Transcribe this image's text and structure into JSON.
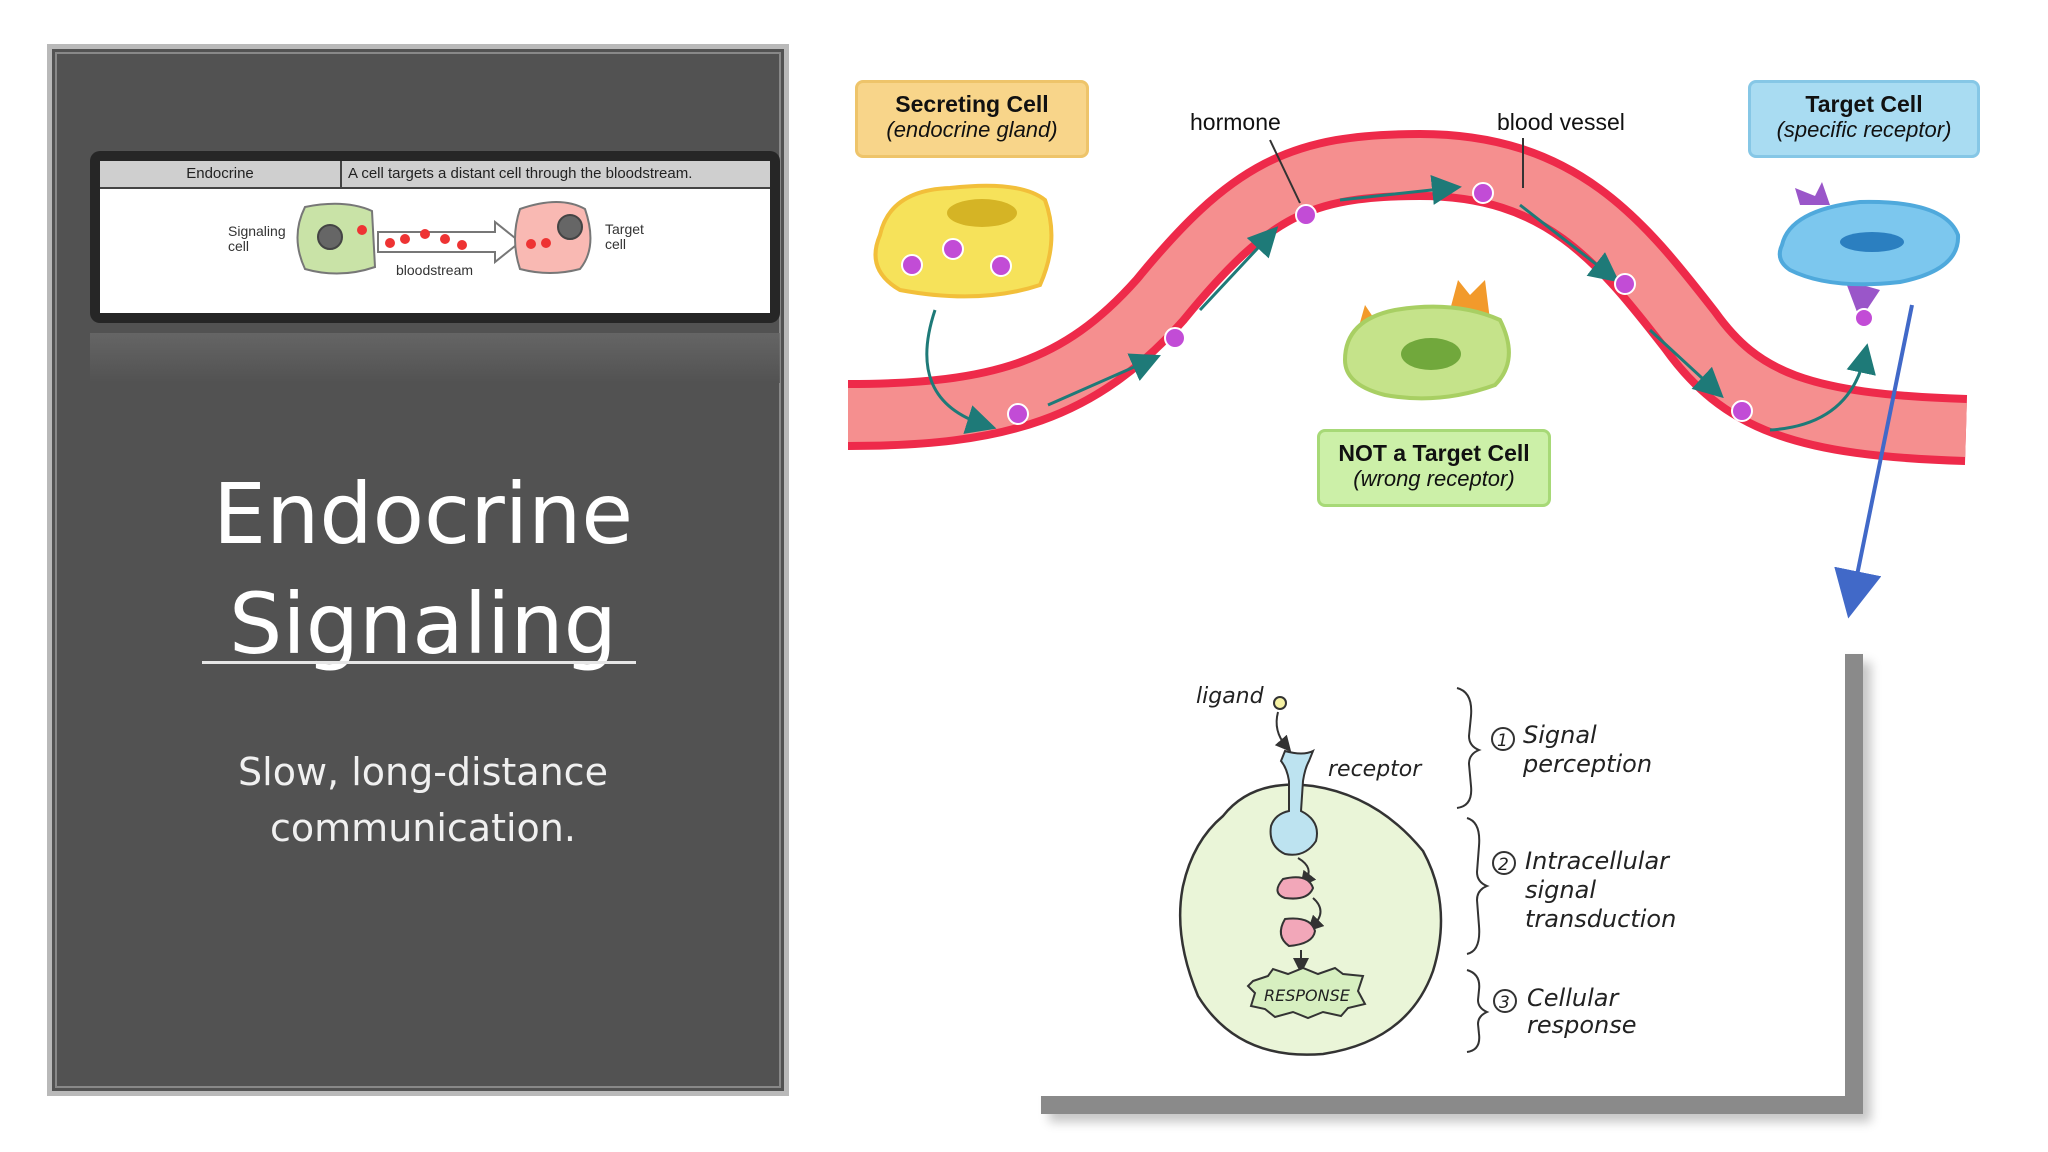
{
  "left_panel": {
    "thumbnail": {
      "header_left": "Endocrine",
      "header_right": "A cell targets a distant cell through the bloodstream.",
      "signaling_cell_line1": "Signaling",
      "signaling_cell_line2": "cell",
      "target_cell_line1": "Target",
      "target_cell_line2": "cell",
      "bloodstream": "bloodstream"
    },
    "title_line1": "Endocrine",
    "title_line2": "Signaling",
    "subtitle_line1": "Slow, long-distance",
    "subtitle_line2": "communication."
  },
  "top_diagram": {
    "secreting_cell": {
      "title": "Secreting Cell",
      "subtitle": "(endocrine gland)"
    },
    "hormone_label": "hormone",
    "blood_vessel_label": "blood vessel",
    "target_cell": {
      "title": "Target Cell",
      "subtitle": "(specific receptor)"
    },
    "not_target_cell": {
      "title_bold": "NOT",
      "title_rest": " a Target Cell",
      "subtitle": "(wrong receptor)"
    }
  },
  "bottom_diagram": {
    "ligand": "ligand",
    "receptor": "receptor",
    "response": "RESPONSE",
    "step1_num": "1",
    "step1_line1": "Signal",
    "step1_line2": "perception",
    "step2_num": "2",
    "step2_line1": "Intracellular",
    "step2_line2": "signal",
    "step2_line3": "transduction",
    "step3_num": "3",
    "step3_line1": "Cellular",
    "step3_line2": "response"
  },
  "colors": {
    "panel_bg": "#525252",
    "vessel_outer": "#ee2a4a",
    "vessel_inner": "#f58f8f",
    "hormone": "#c24cd6",
    "secreting_box": "#f8d58a",
    "target_box": "#a9dcf2",
    "not_target_box": "#ccf0a8",
    "arrow_blue": "#4169c8"
  }
}
